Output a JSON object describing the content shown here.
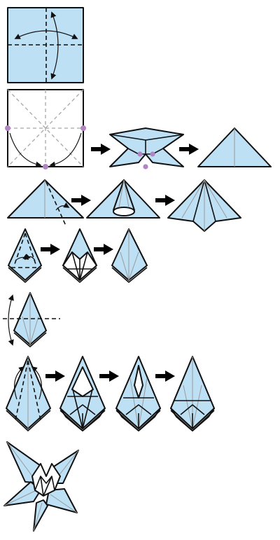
{
  "diagram": {
    "colors": {
      "paper": "#bde0f5",
      "dot": "#b184c2",
      "line": "#111111",
      "crease": "#9a9a9a",
      "background": "#ffffff"
    },
    "steps": [
      {
        "row": 1,
        "figures": 1
      },
      {
        "row": 2,
        "figures": 3
      },
      {
        "row": 3,
        "figures": 3
      },
      {
        "row": 4,
        "figures": 3
      },
      {
        "row": 5,
        "figures": 1
      },
      {
        "row": 6,
        "figures": 4
      },
      {
        "row": 7,
        "figures": 1
      }
    ],
    "arrow_count": 10
  }
}
